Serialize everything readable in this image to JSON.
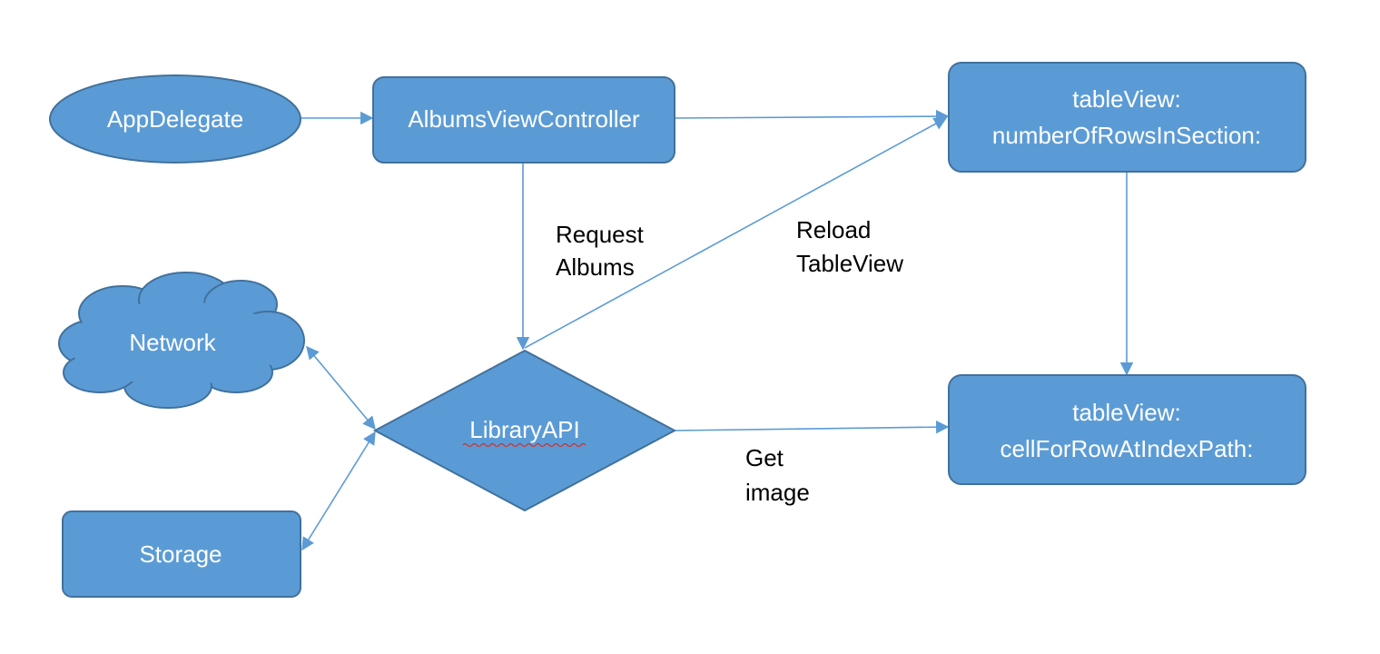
{
  "colors": {
    "node_fill": "#5b9bd5",
    "node_stroke": "#41719c",
    "arrow": "#5b9bd5",
    "label": "#000000",
    "spell_check": "#d0312d"
  },
  "nodes": {
    "app_delegate": {
      "label": "AppDelegate",
      "shape": "ellipse"
    },
    "albums_view_controller": {
      "label": "AlbumsViewController",
      "shape": "rounded-rectangle"
    },
    "number_of_rows": {
      "label_line1": "tableView:",
      "label_line2": "numberOfRowsInSection:",
      "shape": "rounded-rectangle"
    },
    "cell_for_row": {
      "label_line1": "tableView:",
      "label_line2": "cellForRowAtIndexPath:",
      "shape": "rounded-rectangle"
    },
    "library_api": {
      "label": "LibraryAPI",
      "shape": "diamond"
    },
    "network": {
      "label": "Network",
      "shape": "cloud"
    },
    "storage": {
      "label": "Storage",
      "shape": "rounded-rectangle"
    }
  },
  "edges": {
    "request_albums": {
      "line1": "Request",
      "line2": "Albums"
    },
    "reload_tableview": {
      "line1": "Reload",
      "line2": "TableView"
    },
    "get_image": {
      "line1": "Get",
      "line2": "image"
    }
  }
}
